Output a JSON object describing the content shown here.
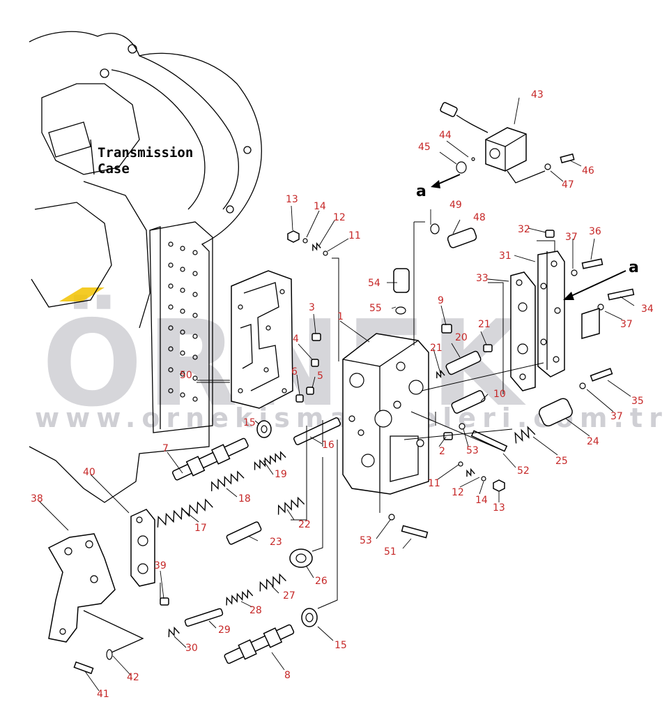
{
  "case_label": [
    "Transmission",
    "Case"
  ],
  "arrow_label": "a",
  "watermark": {
    "brand": "ÖRNEK",
    "url": "www.ornekismakineleri.com.tr",
    "brand_color": "#d6d6da",
    "accent_color": "#f2c200"
  },
  "callouts": [
    "1",
    "2",
    "3",
    "4",
    "5",
    "6",
    "7",
    "8",
    "9",
    "10",
    "11",
    "11",
    "12",
    "12",
    "13",
    "13",
    "14",
    "14",
    "15",
    "15",
    "16",
    "17",
    "18",
    "19",
    "20",
    "21",
    "21",
    "22",
    "23",
    "24",
    "25",
    "26",
    "27",
    "28",
    "29",
    "30",
    "31",
    "32",
    "33",
    "34",
    "35",
    "36",
    "37",
    "37",
    "37",
    "38",
    "39",
    "40",
    "41",
    "42",
    "43",
    "44",
    "45",
    "46",
    "47",
    "48",
    "49",
    "50",
    "51",
    "52",
    "53",
    "53",
    "54",
    "55"
  ]
}
